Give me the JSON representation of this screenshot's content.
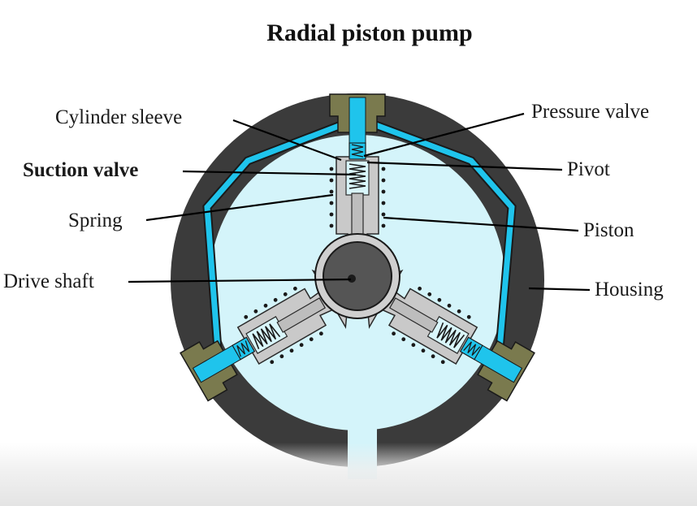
{
  "title": "Radial piston pump",
  "labels": {
    "cylinder_sleeve": "Cylinder sleeve",
    "suction_valve": "Suction valve",
    "spring": "Spring",
    "drive_shaft": "Drive shaft",
    "pressure_valve": "Pressure valve",
    "pivot": "Pivot",
    "piston": "Piston",
    "housing": "Housing"
  },
  "colors": {
    "housing": "#3b3b3b",
    "chamber": "#d4f4fa",
    "channel": "#1fc4ec",
    "metal": "#c9c9c9",
    "outlet": "#7a7a4e",
    "shaft": "#555555",
    "leader": "#000000"
  }
}
